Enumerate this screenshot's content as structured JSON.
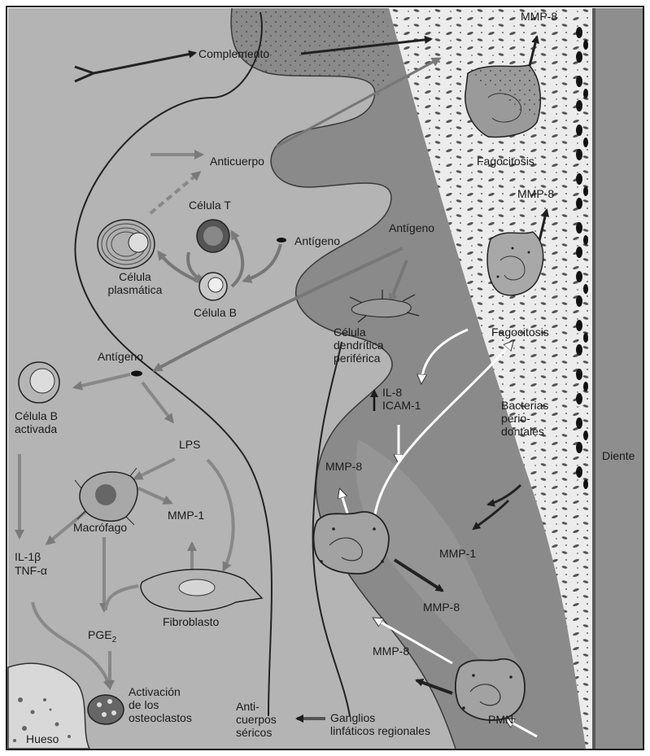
{
  "labels": {
    "complemento": "Complemento",
    "mmp8_top": "MMP-8",
    "fagocitosis_top": "Fagocitosis",
    "mmp8_second": "MMP-8",
    "anticuerpo": "Anticuerpo",
    "celula_t": "Célula T",
    "antigeno_small": "Antígeno",
    "antigeno_middle": "Antígeno",
    "celula_plasmatica_1": "Célula",
    "celula_plasmatica_2": "plasmática",
    "celula_b": "Célula B",
    "celula_dendritica_1": "Célula",
    "celula_dendritica_2": "dendrítica",
    "celula_dendritica_3": "periférica",
    "fagocitosis_mid": "Fagocitosis",
    "antigeno_left": "Antígeno",
    "celula_b_activada_1": "Célula B",
    "celula_b_activada_2": "activada",
    "il8": "IL-8",
    "icam1": "ICAM-1",
    "bacterias_1": "Bacterias",
    "bacterias_2": "perio-",
    "bacterias_3": "dontales",
    "diente": "Diente",
    "lps": "LPS",
    "mmp8_mid": "MMP-8",
    "macrofago": "Macrófago",
    "mmp1_left": "MMP-1",
    "mmp1_right": "MMP-1",
    "il1b": "IL-1β",
    "tnfa": "TNF-α",
    "mmp8_low": "MMP-8",
    "fibroblasto": "Fibroblasto",
    "pge2": "PGE",
    "pge2_sub": "2",
    "mmp8_bottom": "MMP-8",
    "activacion_1": "Activación",
    "activacion_2": "de los",
    "activacion_3": "osteoclastos",
    "anticuerpos_1": "Anti-",
    "anticuerpos_2": "cuerpos",
    "anticuerpos_3": "séricos",
    "ganglios_1": "Ganglios",
    "ganglios_2": "linfáticos regionales",
    "pmn": "PMN",
    "hueso": "Hueso"
  },
  "colors": {
    "tissue": "#b0b0b0",
    "epithelium_dark": "#7e7e7e",
    "epithelium_mid": "#9a9a9a",
    "pocket": "#e6e6e6",
    "tooth": "#8c8c8c",
    "line": "#2a2a2a",
    "arrow_gray": "#8a8a8a",
    "arrow_white": "#ffffff"
  }
}
